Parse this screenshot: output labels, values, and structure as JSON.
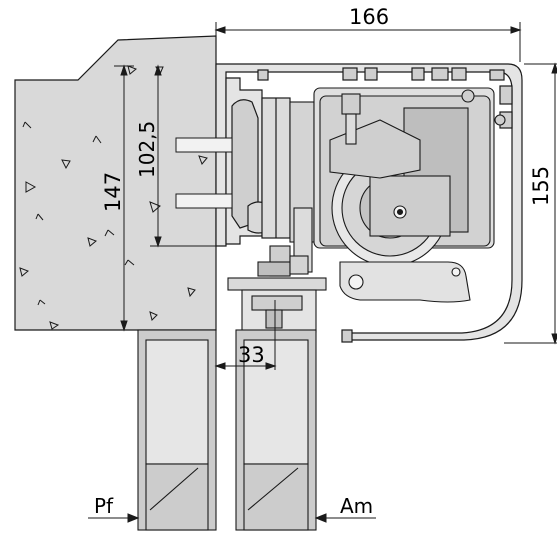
{
  "dimensions": {
    "width_top": "166",
    "height_right": "155",
    "height_left": "147",
    "height_inner": "102,5",
    "gap_mid": "33"
  },
  "labels": {
    "left_leaf": "Pf",
    "right_leaf": "Am"
  },
  "colors": {
    "wall": "#d9d9d9",
    "profile": "#cfcfcf",
    "motor": "#c4c4c4",
    "line": "#1a1a1a",
    "frame": "#bdbdbd"
  }
}
